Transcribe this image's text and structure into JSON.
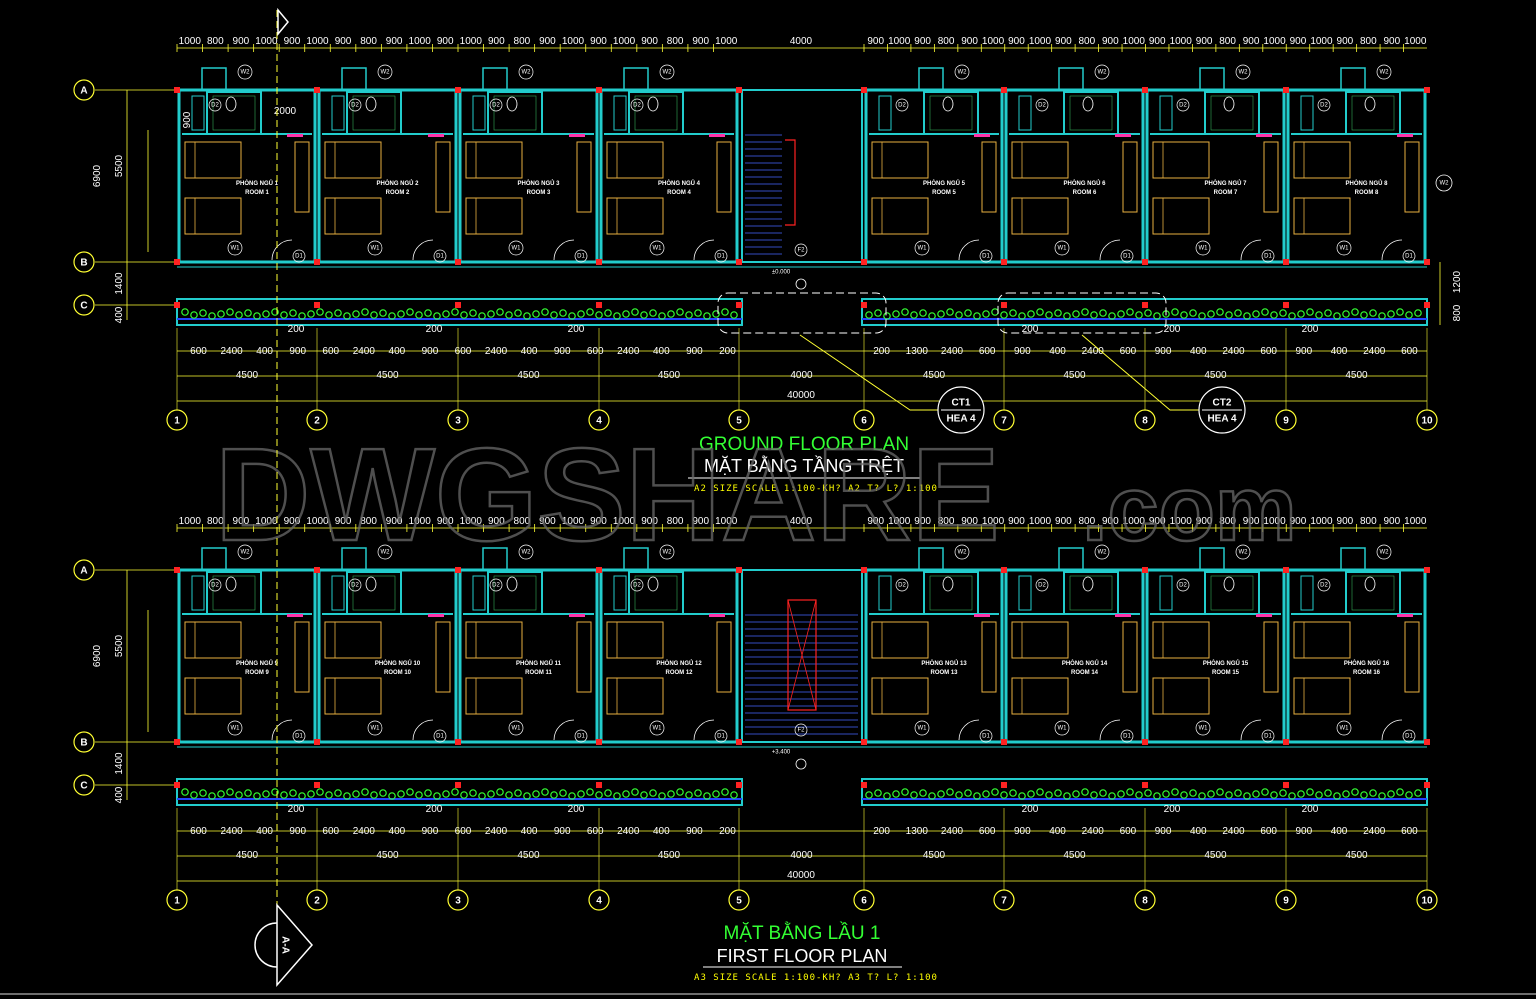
{
  "watermark": {
    "main": "DWGSHARE",
    "suffix": ".com"
  },
  "colors": {
    "wall": "#22cccc",
    "furniture": "#e8b040",
    "dim_line": "#ffff33",
    "text": "#ffffff",
    "title_green": "#33ff33",
    "column": "#ff2222",
    "plants": "#33ff33",
    "background": "#000000"
  },
  "grid": {
    "columns": [
      "1",
      "2",
      "3",
      "4",
      "5",
      "6",
      "7",
      "8",
      "9",
      "10"
    ],
    "rows": [
      "A",
      "B",
      "C"
    ]
  },
  "ground_floor": {
    "title_en": "GROUND FLOOR PLAN",
    "title_vn": "MẶT BẰNG TẦNG TRỆT",
    "scale": "A2 SIZE SCALE 1:100-KH? A2 T? L? 1:100",
    "level": "±0.000",
    "level_tag": "F2",
    "top_dims_left": [
      "1000",
      "800",
      "900",
      "1000",
      "900",
      "1000",
      "900",
      "800",
      "900",
      "1000",
      "900",
      "1000",
      "900",
      "800",
      "900",
      "1000",
      "900",
      "1000",
      "900",
      "800",
      "900",
      "1000"
    ],
    "top_dim_center": "4000",
    "top_dims_right": [
      "900",
      "1000",
      "900",
      "800",
      "900",
      "1000",
      "900",
      "1000",
      "900",
      "800",
      "900",
      "1000",
      "900",
      "1000",
      "900",
      "800",
      "900",
      "1000",
      "900",
      "1000",
      "900",
      "800",
      "900",
      "1000"
    ],
    "bottom_dims_left": [
      "600",
      "2400",
      "400",
      "900",
      "600",
      "2400",
      "400",
      "900",
      "600",
      "2400",
      "400",
      "900",
      "600",
      "2400",
      "400",
      "900",
      "200"
    ],
    "bottom_dims_right": [
      "200",
      "1300",
      "2400",
      "600",
      "900",
      "400",
      "2400",
      "600",
      "900",
      "400",
      "2400",
      "600",
      "900",
      "400",
      "2400",
      "600"
    ],
    "bay_dims": [
      "4500",
      "4500",
      "4500",
      "4500",
      "4000",
      "4500",
      "4500",
      "4500",
      "4500"
    ],
    "total": "40000",
    "side_dims": [
      "6900",
      "5500",
      "1400",
      "400"
    ],
    "right_dims": [
      "1200",
      "800"
    ],
    "detail_tags": [
      {
        "code": "CT1",
        "sheet": "HEA 4"
      },
      {
        "code": "CT2",
        "sheet": "HEA 4"
      }
    ],
    "small_200": [
      "200",
      "200",
      "200",
      "200",
      "200",
      "200"
    ],
    "rooms": [
      {
        "vn": "PHÒNG NGỦ 1",
        "en": "ROOM 1"
      },
      {
        "vn": "PHÒNG NGỦ 2",
        "en": "ROOM 2"
      },
      {
        "vn": "PHÒNG NGỦ 3",
        "en": "ROOM 3"
      },
      {
        "vn": "PHÒNG NGỦ 4",
        "en": "ROOM 4"
      },
      {
        "vn": "PHÒNG NGỦ 5",
        "en": "ROOM 5"
      },
      {
        "vn": "PHÒNG NGỦ 6",
        "en": "ROOM 6"
      },
      {
        "vn": "PHÒNG NGỦ 7",
        "en": "ROOM 7"
      },
      {
        "vn": "PHÒNG NGỦ 8",
        "en": "ROOM 8"
      }
    ],
    "bath_dims": [
      "900",
      "2000"
    ]
  },
  "first_floor": {
    "title_vn": "MẶT BẰNG LẦU 1",
    "title_en": "FIRST FLOOR PLAN",
    "scale": "A3 SIZE SCALE 1:100-KH? A3 T? L? 1:100",
    "level": "+3.400",
    "level_tag": "F2",
    "rooms": [
      {
        "vn": "PHÒNG NGỦ 9",
        "en": "ROOM 9"
      },
      {
        "vn": "PHÒNG NGỦ 10",
        "en": "ROOM 10"
      },
      {
        "vn": "PHÒNG NGỦ 11",
        "en": "ROOM 11"
      },
      {
        "vn": "PHÒNG NGỦ 12",
        "en": "ROOM 12"
      },
      {
        "vn": "PHÒNG NGỦ 13",
        "en": "ROOM 13"
      },
      {
        "vn": "PHÒNG NGỦ 14",
        "en": "ROOM 14"
      },
      {
        "vn": "PHÒNG NGỦ 15",
        "en": "ROOM 15"
      },
      {
        "vn": "PHÒNG NGỦ 16",
        "en": "ROOM 16"
      }
    ]
  },
  "section_marker": {
    "label": "A-A"
  },
  "tags": {
    "window_top": "W2",
    "window_bottom": "W1",
    "door1": "D1",
    "door2": "D2"
  }
}
